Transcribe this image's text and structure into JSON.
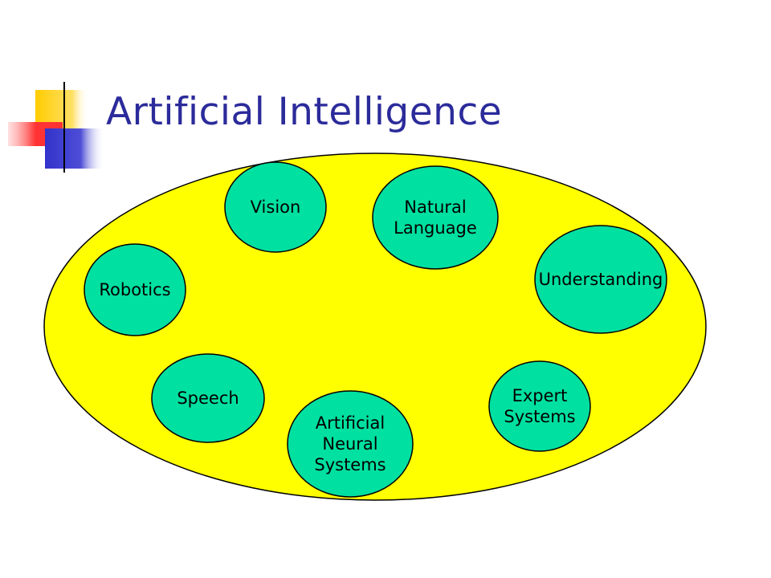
{
  "slide": {
    "title": "Artificial Intelligence",
    "colors": {
      "title_text": "#2b2b9b",
      "outer_ellipse_fill": "#ffff00",
      "node_fill": "#00e0a0",
      "outline": "#000000",
      "decor_yellow": "#ffcc00",
      "decor_red": "#ff3333",
      "decor_blue": "#3333cc"
    }
  },
  "diagram": {
    "nodes": [
      {
        "id": "vision",
        "lines": [
          "Vision"
        ]
      },
      {
        "id": "natural-language",
        "lines": [
          "Natural",
          "Language"
        ]
      },
      {
        "id": "understanding",
        "lines": [
          "Understanding"
        ]
      },
      {
        "id": "robotics",
        "lines": [
          "Robotics"
        ]
      },
      {
        "id": "speech",
        "lines": [
          "Speech"
        ]
      },
      {
        "id": "artificial-neural-systems",
        "lines": [
          "Artificial",
          "Neural",
          "Systems"
        ]
      },
      {
        "id": "expert-systems",
        "lines": [
          "Expert",
          "Systems"
        ]
      }
    ]
  }
}
